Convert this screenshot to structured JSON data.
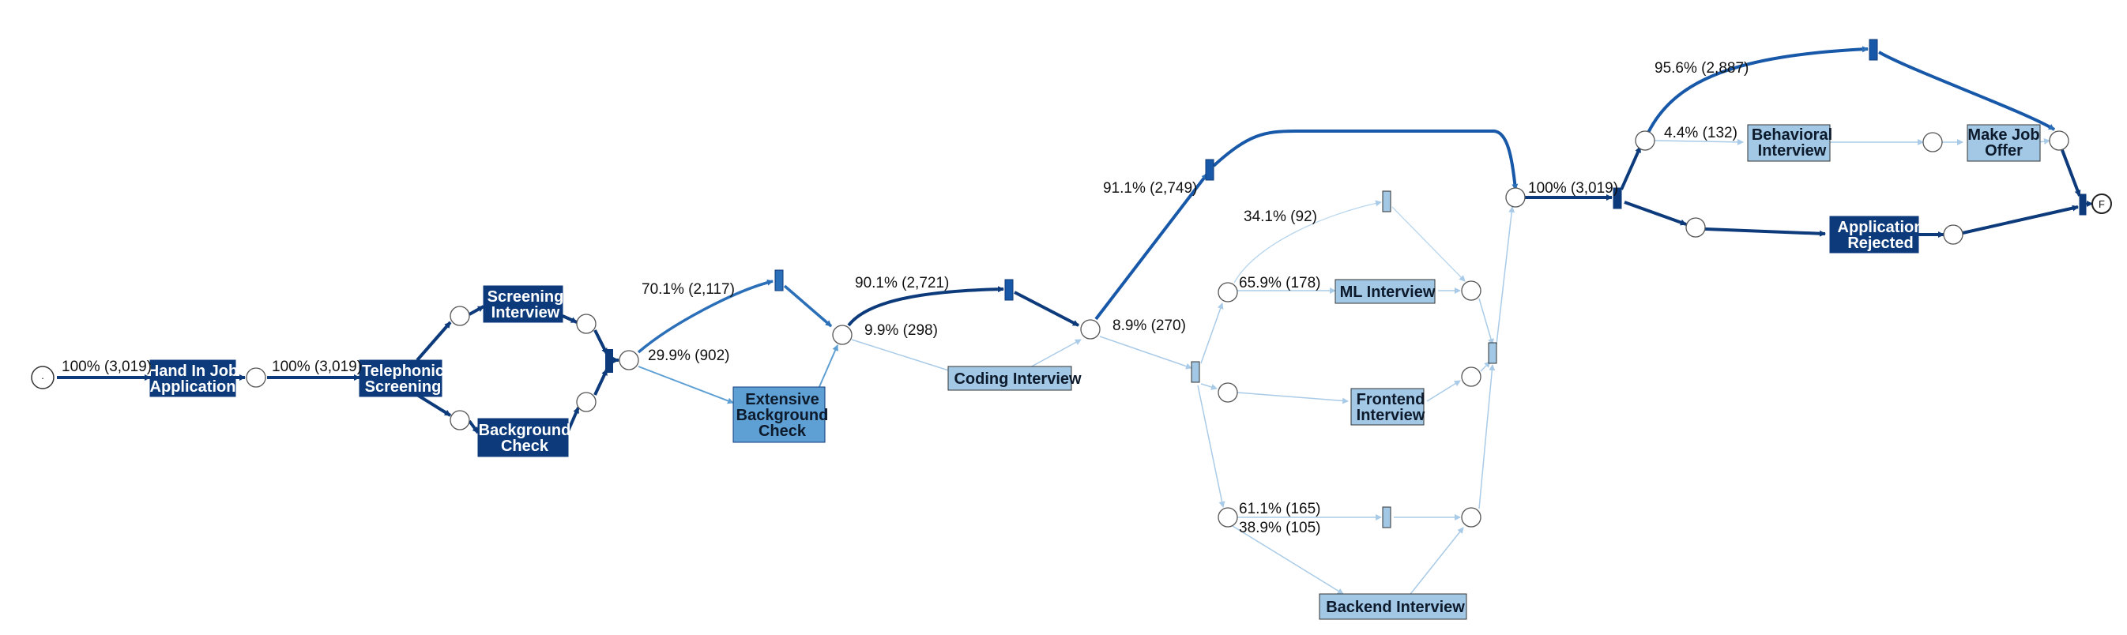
{
  "colors": {
    "dark": "#0c3a7a",
    "mid": "#2a6fb8",
    "medium": "#5fa0d4",
    "light": "#a2c8e6",
    "pale": "#b8d6ee",
    "text_dark": "#ffffff",
    "text_light": "#0d1a2b"
  },
  "diagram": {
    "start_symbol": "·",
    "end_symbol": "F",
    "transitions": [
      {
        "id": "hand_in",
        "label": "Hand In Job\nApplication"
      },
      {
        "id": "telephonic",
        "label": "Telephonic\nScreening"
      },
      {
        "id": "screening_interview",
        "label": "Screening\nInterview"
      },
      {
        "id": "background_check",
        "label": "Background\nCheck"
      },
      {
        "id": "extensive_bg",
        "label": "Extensive\nBackground\nCheck"
      },
      {
        "id": "coding_interview",
        "label": "Coding Interview"
      },
      {
        "id": "ml_interview",
        "label": "ML Interview"
      },
      {
        "id": "frontend_interview",
        "label": "Frontend\nInterview"
      },
      {
        "id": "backend_interview",
        "label": "Backend Interview"
      },
      {
        "id": "behavioral_interview",
        "label": "Behavioral\nInterview"
      },
      {
        "id": "make_job_offer",
        "label": "Make Job\nOffer"
      },
      {
        "id": "application_rejected",
        "label": "Application\nRejected"
      }
    ],
    "edge_labels": [
      {
        "id": "e_start_hand",
        "text": "100% (3,019)"
      },
      {
        "id": "e_hand_tel",
        "text": "100% (3,019)"
      },
      {
        "id": "e_split_tau1",
        "text": "70.1% (2,117)"
      },
      {
        "id": "e_split_ext",
        "text": "29.9% (902)"
      },
      {
        "id": "e_p7_tau2",
        "text": "90.1% (2,721)"
      },
      {
        "id": "e_p7_coding",
        "text": "9.9% (298)"
      },
      {
        "id": "e_p8_tau3",
        "text": "91.1% (2,749)"
      },
      {
        "id": "e_p8_tau4",
        "text": "8.9% (270)"
      },
      {
        "id": "e_p9_tau5",
        "text": "34.1% (92)"
      },
      {
        "id": "e_p9_ml",
        "text": "65.9% (178)"
      },
      {
        "id": "e_p11_tau7",
        "text": "61.1% (165)"
      },
      {
        "id": "e_p11_backend",
        "text": "38.9% (105)"
      },
      {
        "id": "e_p15_tau8",
        "text": "100% (3,019)"
      },
      {
        "id": "e_p16_tau9",
        "text": "95.6% (2,887)"
      },
      {
        "id": "e_p16_behav",
        "text": "4.4% (132)"
      }
    ]
  }
}
